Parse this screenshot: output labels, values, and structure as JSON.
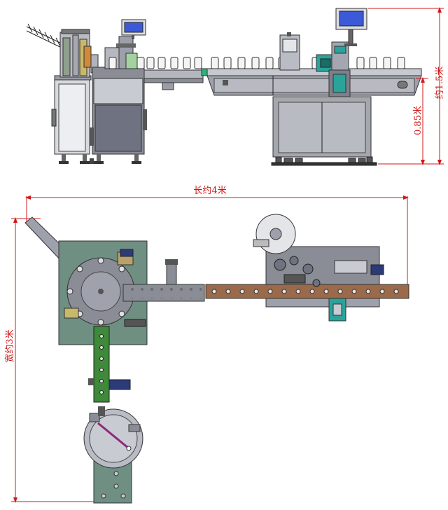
{
  "dimensions": {
    "height_total": "约1.5米",
    "height_table": "0.85米",
    "length": "长约4米",
    "width": "宽约3米"
  },
  "colors": {
    "dimension": "#d01818",
    "frame_grey": "#8a8c96",
    "panel_light": "#c9cbd2",
    "base_green": "#6e8f82",
    "conveyor_brown": "#9a6a4a",
    "chute_green": "#3f8a3a",
    "teal_part": "#2aa39a",
    "navy_part": "#2c3a78",
    "screen_blue": "#3c5ad8"
  }
}
